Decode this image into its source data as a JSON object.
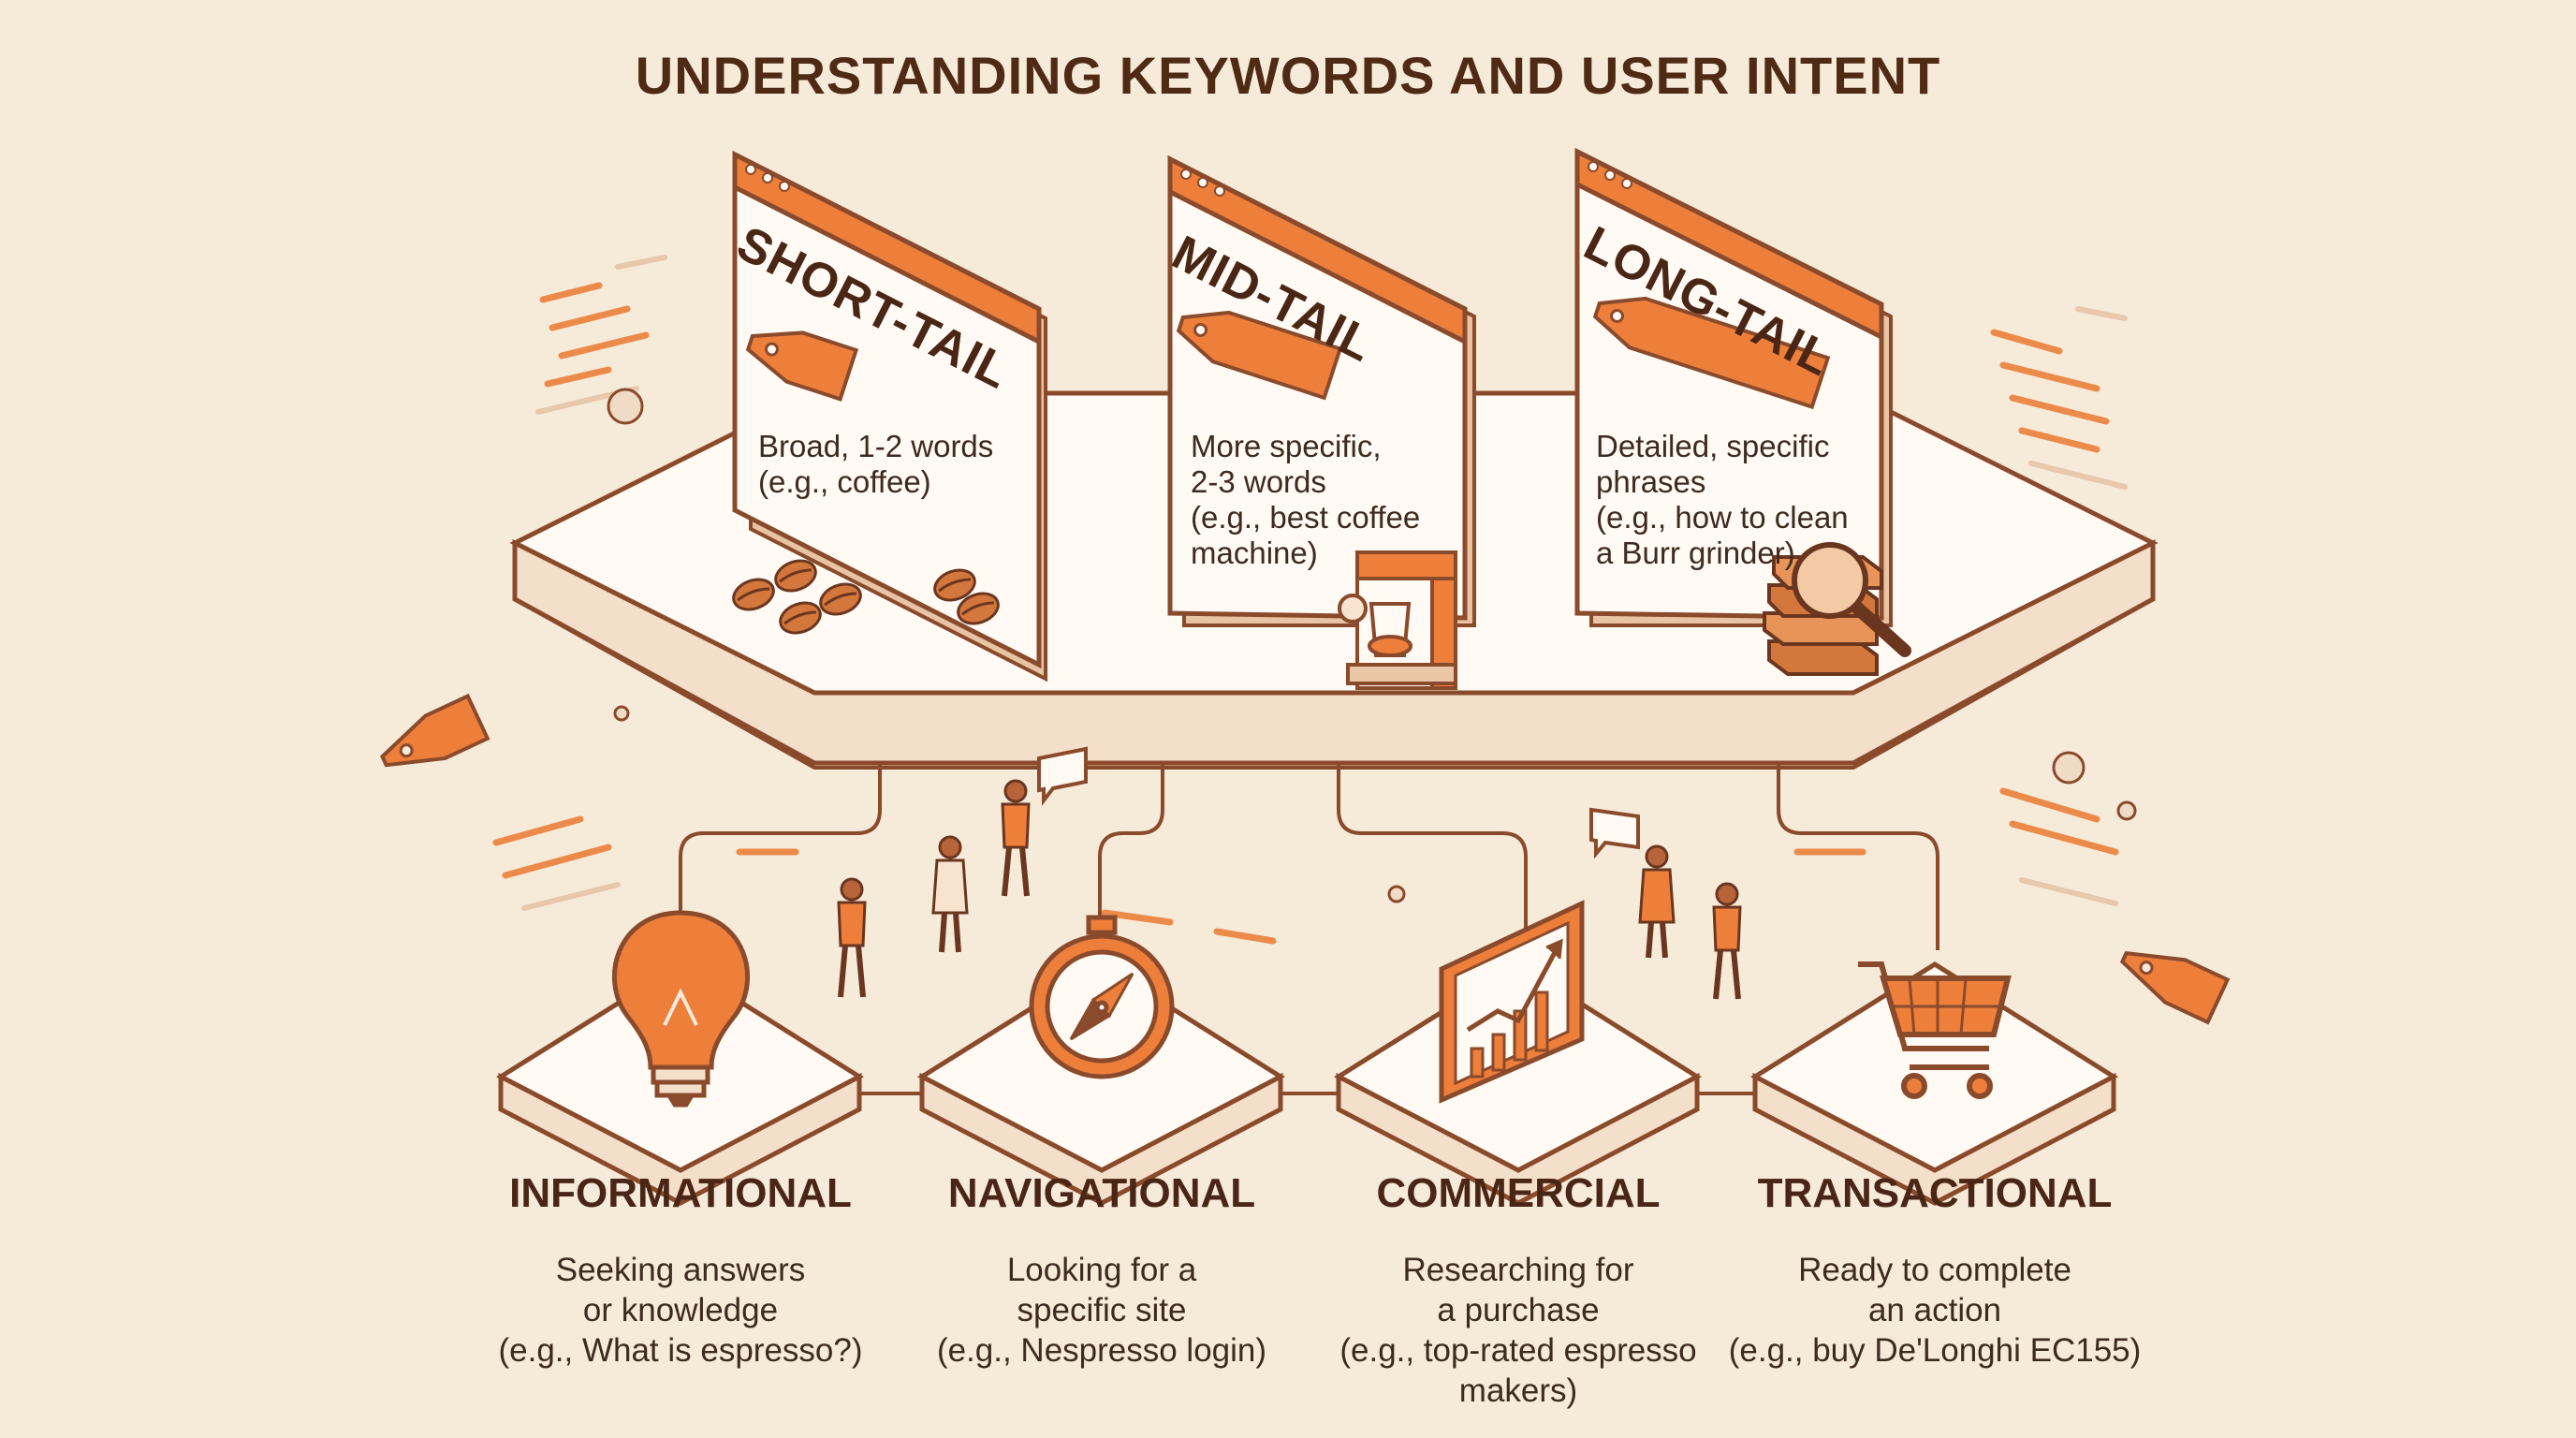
{
  "title": "UNDERSTANDING KEYWORDS AND USER INTENT",
  "keyword_types": [
    {
      "name": "SHORT-TAIL",
      "description": "Broad, 1-2 words\n(e.g., coffee)",
      "illustration": "coffee-beans-icon"
    },
    {
      "name": "MID-TAIL",
      "description": "More specific,\n2-3 words\n(e.g., best coffee\nmachine)",
      "illustration": "espresso-machine-icon"
    },
    {
      "name": "LONG-TAIL",
      "description": "Detailed, specific\nphrases\n(e.g., how to clean\na Burr grinder)",
      "illustration": "books-magnifier-icon"
    }
  ],
  "intents": [
    {
      "name": "INFORMATIONAL",
      "description": "Seeking answers\nor knowledge\n(e.g., What is espresso?)",
      "icon": "lightbulb-icon"
    },
    {
      "name": "NAVIGATIONAL",
      "description": "Looking for a\nspecific site\n(e.g., Nespresso login)",
      "icon": "compass-icon"
    },
    {
      "name": "COMMERCIAL",
      "description": "Researching for\na purchase\n(e.g., top-rated espresso\nmakers)",
      "icon": "growth-chart-icon"
    },
    {
      "name": "TRANSACTIONAL",
      "description": "Ready to complete\nan action\n(e.g., buy De'Longhi EC155)",
      "icon": "shopping-cart-icon"
    }
  ],
  "colors": {
    "background": "#f6ead9",
    "accent": "#ee7f3b",
    "outline": "#8a4a2c",
    "text": "#4a2616",
    "panel": "#fffaf3"
  }
}
